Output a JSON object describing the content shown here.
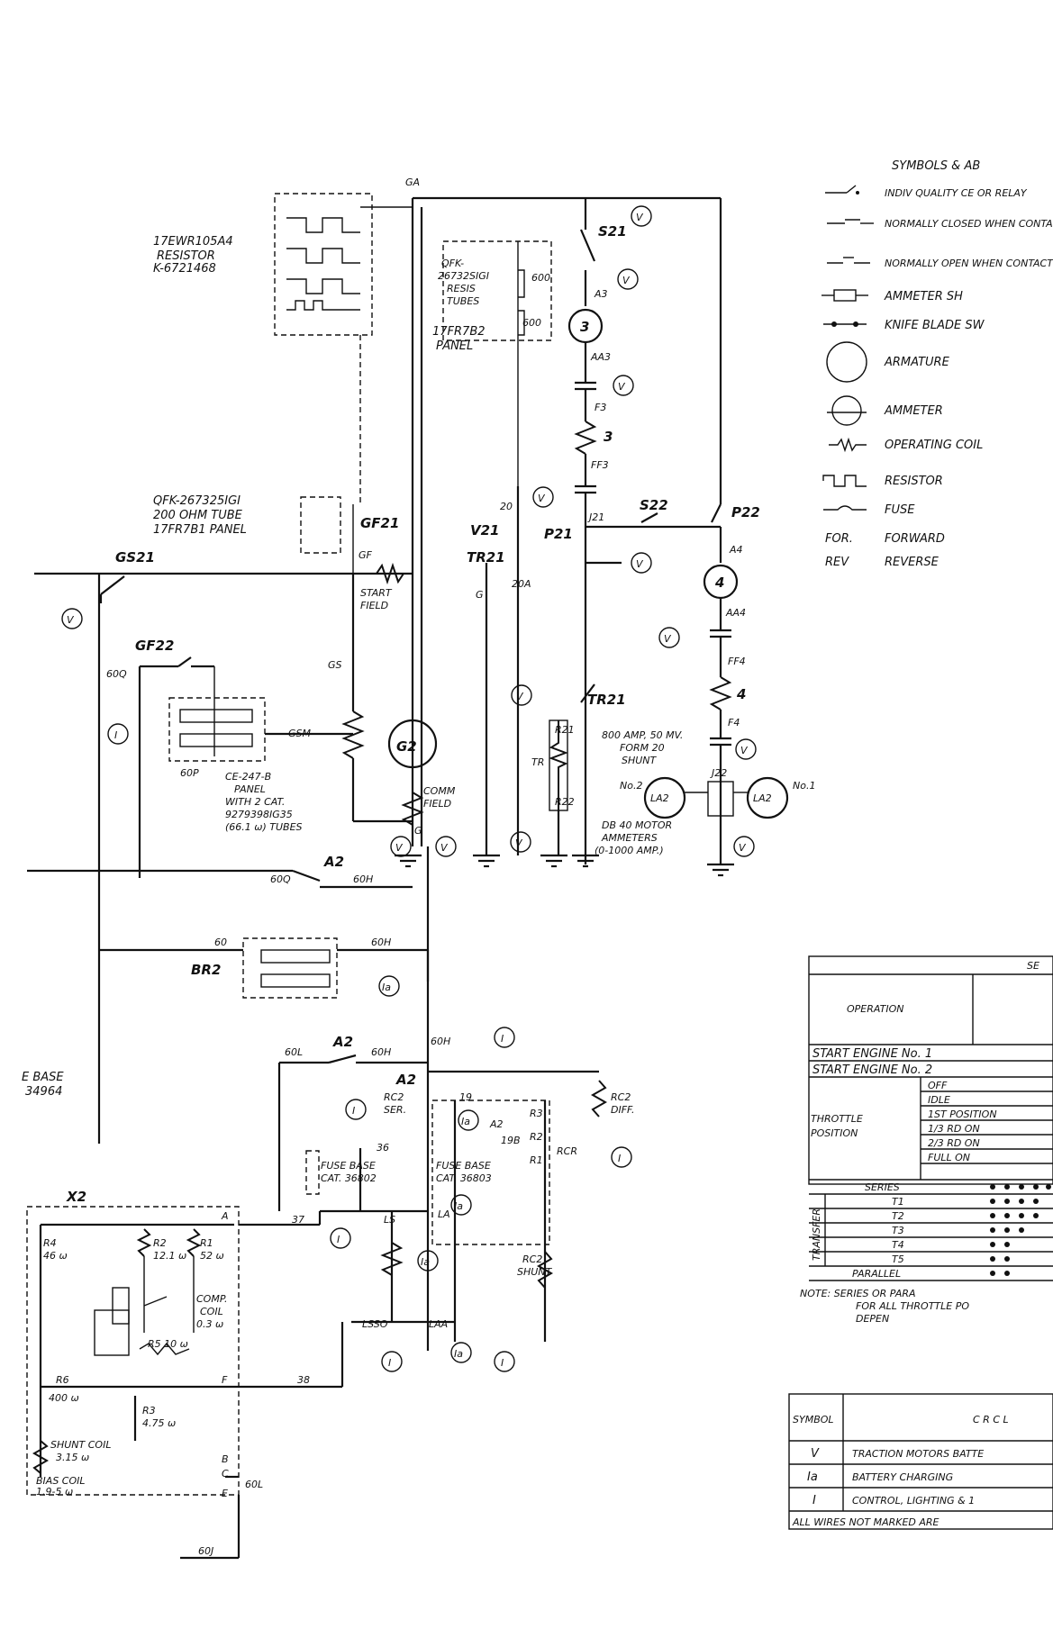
{
  "legend": {
    "title": "SYMBOLS & AB",
    "items": [
      {
        "icon": "contactor-icon",
        "text": "INDIV QUALITY CE OR RELAY"
      },
      {
        "icon": "normally-closed-icon",
        "text": "NORMALLY CLOSED WHEN CONTACTOR"
      },
      {
        "icon": "normally-open-icon",
        "text": "NORMALLY OPEN WHEN CONTACTS"
      },
      {
        "icon": "ammeter-shunt-icon",
        "text": "AMMETER SH"
      },
      {
        "icon": "knife-blade-icon",
        "text": "KNIFE BLADE SW"
      },
      {
        "icon": "armature-icon",
        "text": "ARMATURE"
      },
      {
        "icon": "ammeter-icon",
        "text": "AMMETER"
      },
      {
        "icon": "operating-coil-icon",
        "text": "OPERATING COIL"
      },
      {
        "icon": "resistor-icon",
        "text": "RESISTOR"
      },
      {
        "icon": "fuse-icon",
        "text": "FUSE"
      },
      {
        "abbr": "FOR.",
        "text": "FORWARD"
      },
      {
        "abbr": "REV",
        "text": "REVERSE"
      }
    ]
  },
  "labels": {
    "ga": "GA",
    "resistor_top": [
      "17EWR105A4",
      "RESISTOR",
      "K-6721468"
    ],
    "resis_tubes": [
      "QFK-",
      "26732SIGI",
      "RESIS",
      "TUBES",
      "17FR7B2",
      "PANEL"
    ],
    "r600a": "600",
    "r600b": "600",
    "s21": "S21",
    "a3": "A3",
    "aa3": "AA3",
    "f3": "F3",
    "r3": "3",
    "ff3": "FF3",
    "m3": "3",
    "ohm_tube": [
      "QFK-267325IGI",
      "200 OHM TUBE",
      "17FR7B1 PANEL"
    ],
    "gf21": "GF21",
    "gf": "GF",
    "start_field": [
      "START",
      "FIELD"
    ],
    "gs21": "GS21",
    "v21": "V21",
    "r20": "20",
    "tr21a": "TR21",
    "g": "G",
    "r20a": "20A",
    "p21": "P21",
    "j21": "J21",
    "s22": "S22",
    "p22": "P22",
    "a4": "A4",
    "m4": "4",
    "aa4": "AA4",
    "ff4": "FF4",
    "r4": "4",
    "f4": "F4",
    "gf22": "GF22",
    "l60q": "60Q",
    "gs": "GS",
    "gsm": "GSM",
    "g2": "G2",
    "l60p": "60P",
    "panel_ce": [
      "CE-247-B",
      "PANEL",
      "WITH 2 CAT.",
      "9279398IG35",
      "(66.1 ω) TUBES"
    ],
    "comm_field": [
      "COMM",
      "FIELD"
    ],
    "g1": "G",
    "tr21b": "TR21",
    "r21": "R21",
    "tr": "TR",
    "r22": "R22",
    "shunt800": [
      "800 AMP, 50 MV.",
      "FORM 20",
      "SHUNT"
    ],
    "j22": "J22",
    "no2": "No.2",
    "no1": "No.1",
    "la2a": "LA2",
    "la2b": "LA2",
    "ammeters": [
      "DB 40 MOTOR",
      "AMMETERS",
      "(0-1000 AMP.)"
    ],
    "a2_top": "A2",
    "l60q2": "60Q",
    "l60h": "60H",
    "l60": "60",
    "l60h2": "60H",
    "br2": "BR2",
    "base_left": [
      "E BASE",
      "34964"
    ],
    "l60l": "60L",
    "a2_mid": "A2",
    "l60h3": "60H",
    "l60h4": "60H",
    "a2_bus": "A2",
    "rc2_diff": [
      "RC2",
      "DIFF."
    ],
    "l19": "19",
    "rc2_ser": [
      "RC2",
      "SER."
    ],
    "a2_r": "A2",
    "r3b": "R3",
    "r2b": "R2",
    "r1b": "R1",
    "rcr": "RCR",
    "l19b": "19B",
    "l36": "36",
    "fuse_a": [
      "FUSE BASE",
      "CAT. 36802"
    ],
    "fuse_b": [
      "FUSE BASE",
      "CAT. 36803"
    ],
    "x2": "X2",
    "l37": "37",
    "ls": "LS",
    "la": "LA",
    "rc2_shunt": [
      "RC2",
      "SHUNT"
    ],
    "x_r4": [
      "R4",
      "46 ω"
    ],
    "x_r2": [
      "R2",
      "12.1 ω"
    ],
    "x_r1": [
      "R1",
      "52 ω"
    ],
    "x_a": "A",
    "comp_coil": [
      "COMP.",
      "COIL",
      "0.3 ω"
    ],
    "x_r5": "R5 10 ω",
    "lsso": "LSSO",
    "laa": "LAA",
    "x_r6": [
      "R6",
      "400 ω"
    ],
    "x_f": "F",
    "l38": "38",
    "x_r3": [
      "R3",
      "4.75 ω"
    ],
    "shunt_coil": [
      "SHUNT COIL",
      "3.15 ω"
    ],
    "x_b": "B",
    "x_c": "C",
    "l60l2": "60L",
    "bias_coil": [
      "BIAS COIL",
      "1.9-5 ω"
    ],
    "x_e": "E",
    "l60j": "60J",
    "meter_v": "V",
    "meter_i": "I",
    "meter_ia": "Ia"
  },
  "sequence_table": {
    "header_right": "SE",
    "operation": "OPERATION",
    "rows": [
      "START ENGINE No. 1",
      "START ENGINE No. 2"
    ],
    "throttle": [
      "THROTTLE",
      "POSITION"
    ],
    "throttle_rows": [
      "OFF",
      "IDLE",
      "1ST POSITION",
      "1/3 RD ON",
      "2/3 RD ON",
      "FULL ON"
    ],
    "series": "SERIES",
    "transfer": "TRANSFER",
    "t_rows": [
      "T1",
      "T2",
      "T3",
      "T4",
      "T5"
    ],
    "parallel": "PARALLEL",
    "note": [
      "NOTE: SERIES OR PARA",
      "FOR ALL THROTTLE PO",
      "DEPEN"
    ]
  },
  "symbol_table": {
    "header": "SYMBOL",
    "header2": "C  R  C  L",
    "rows": [
      {
        "sym": "V",
        "text": "TRACTION MOTORS BATTE"
      },
      {
        "sym": "Ia",
        "text": "BATTERY CHARGING"
      },
      {
        "sym": "I",
        "text": "CONTROL, LIGHTING & 1"
      }
    ],
    "footer": "ALL WIRES NOT MARKED ARE"
  }
}
